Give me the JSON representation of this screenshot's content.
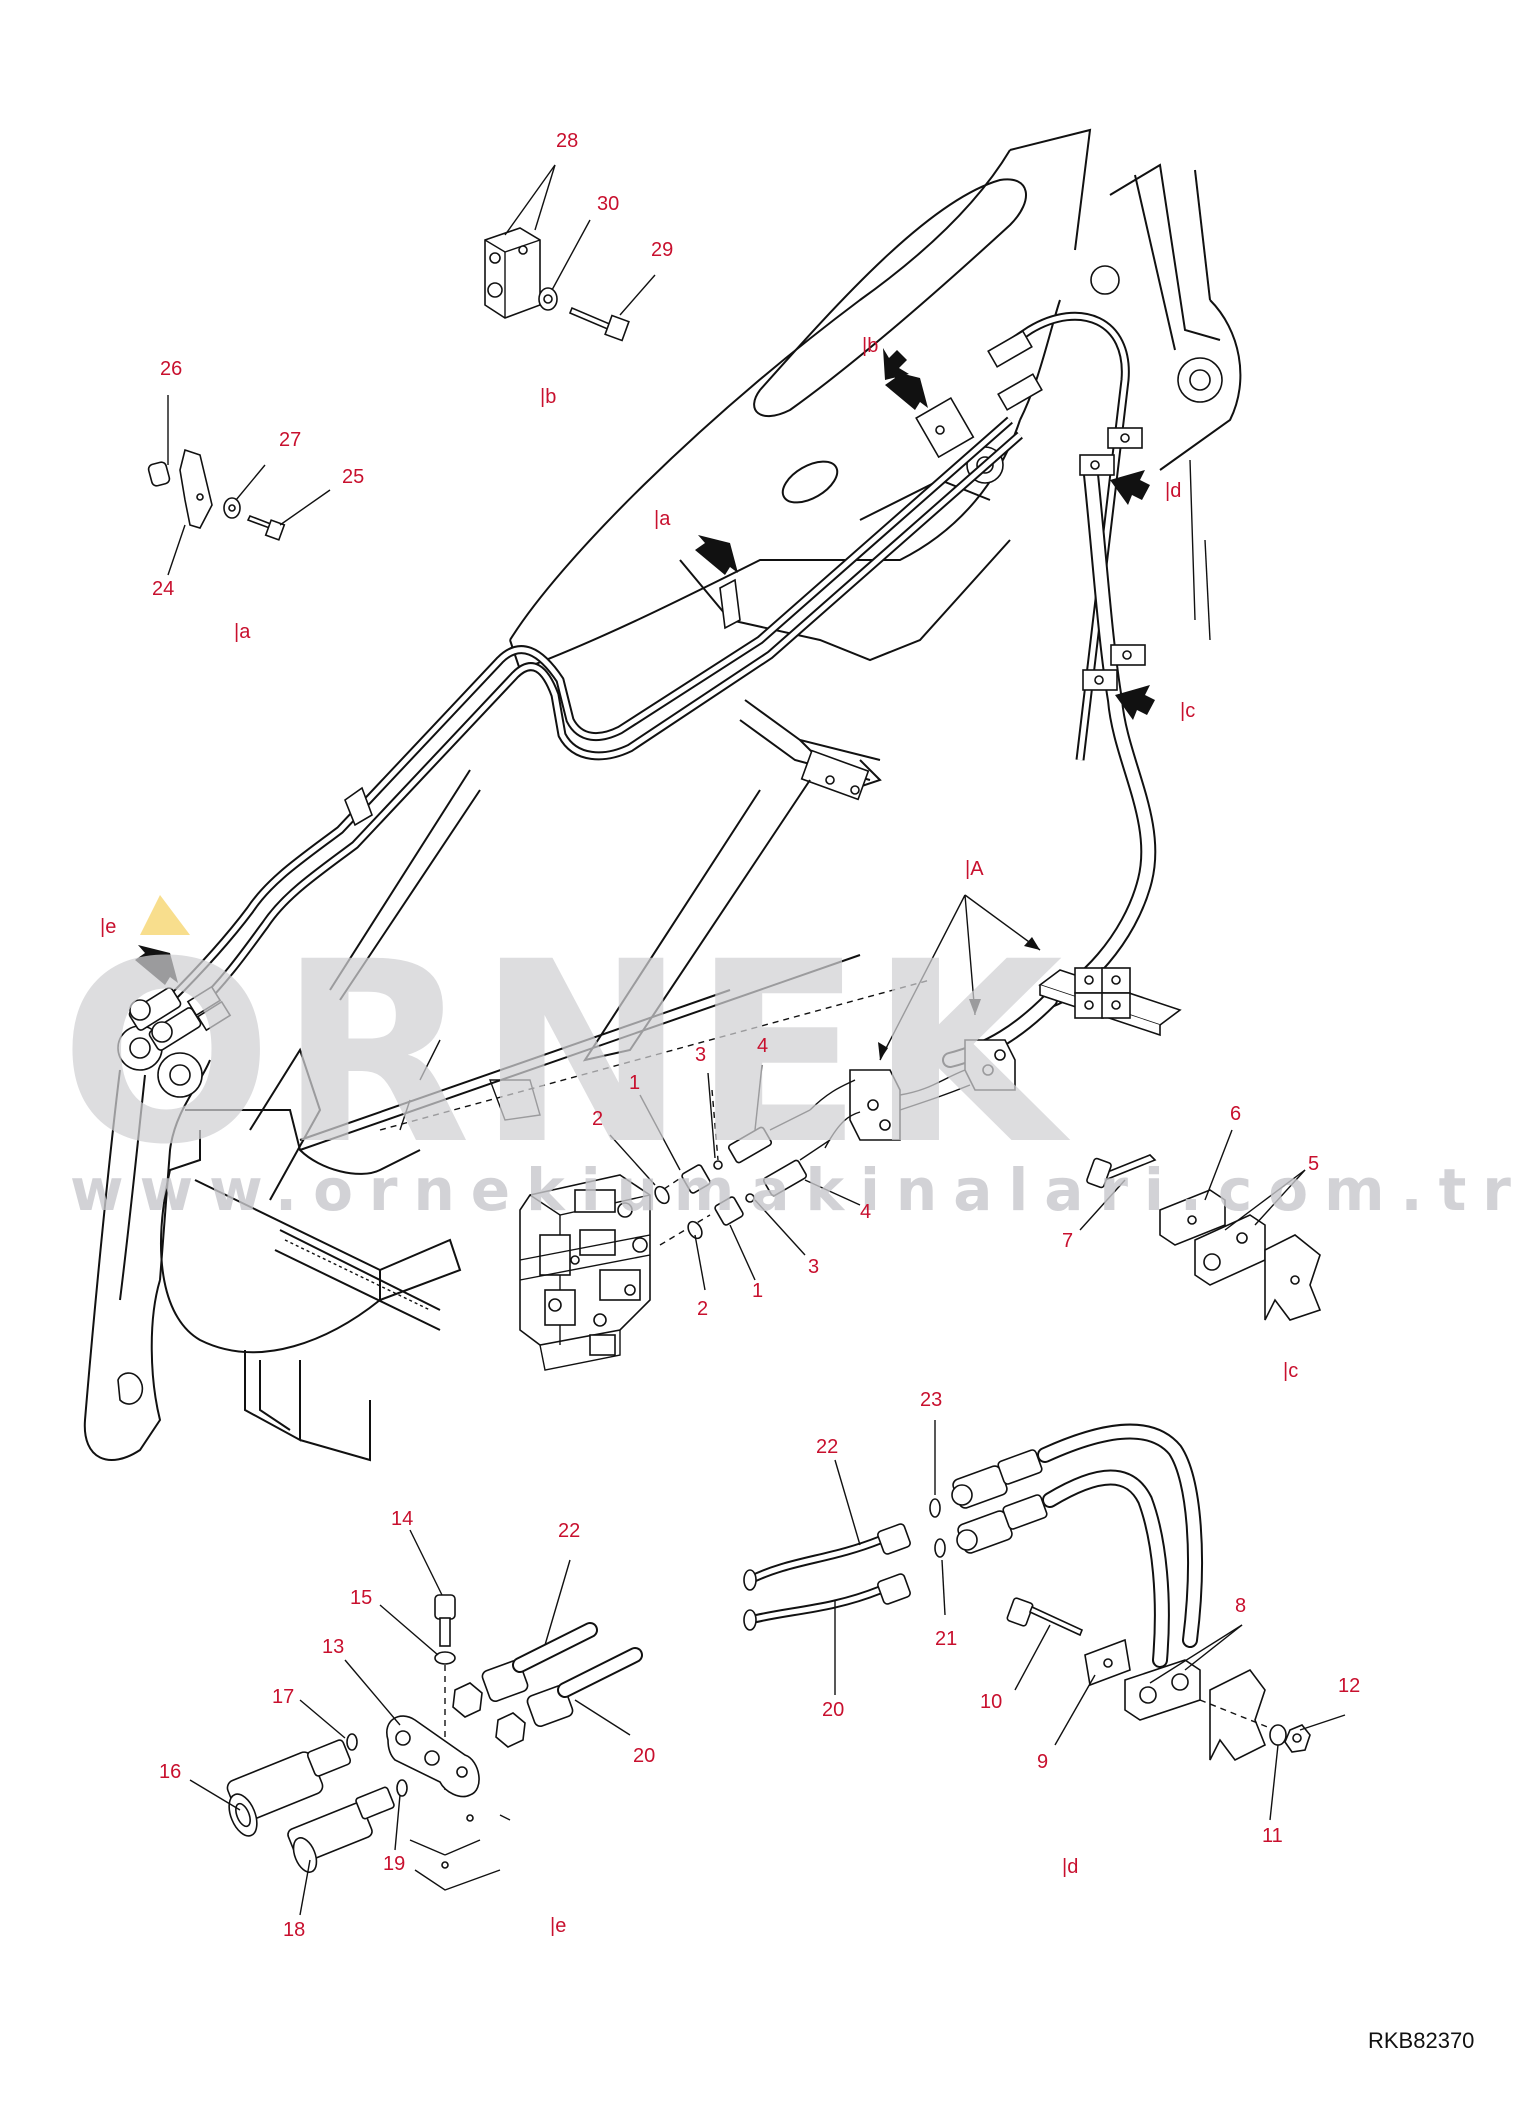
{
  "watermark": {
    "brand": "ORNEK",
    "url": "www.ornekiumakinalari.com.tr"
  },
  "drawing_code": "RKB82370",
  "callouts": {
    "c1a": "1",
    "c1b": "1",
    "c2a": "2",
    "c2b": "2",
    "c3a": "3",
    "c3b": "3",
    "c4a": "4",
    "c4b": "4",
    "c5": "5",
    "c6": "6",
    "c7": "7",
    "c8": "8",
    "c9": "9",
    "c10": "10",
    "c11": "11",
    "c12": "12",
    "c13": "13",
    "c14": "14",
    "c15": "15",
    "c16": "16",
    "c17": "17",
    "c18": "18",
    "c19": "19",
    "c20a": "20",
    "c20b": "20",
    "c21": "21",
    "c22a": "22",
    "c22b": "22",
    "c23": "23",
    "c24": "24",
    "c25": "25",
    "c26": "26",
    "c27": "27",
    "c28": "28",
    "c29": "29",
    "c30": "30"
  },
  "refs": {
    "A": "|A",
    "a_main": "|a",
    "a_detail": "|a",
    "b_main": "|b",
    "b_detail": "|b",
    "c_main": "|c",
    "c_detail": "|c",
    "d_main": "|d",
    "d_detail": "|d",
    "e_main": "|e",
    "e_detail": "|e"
  },
  "colors": {
    "callout": "#c8102e",
    "line": "#111111",
    "watermark": "#d0d0d3",
    "watermark_accent": "#f2c230"
  }
}
